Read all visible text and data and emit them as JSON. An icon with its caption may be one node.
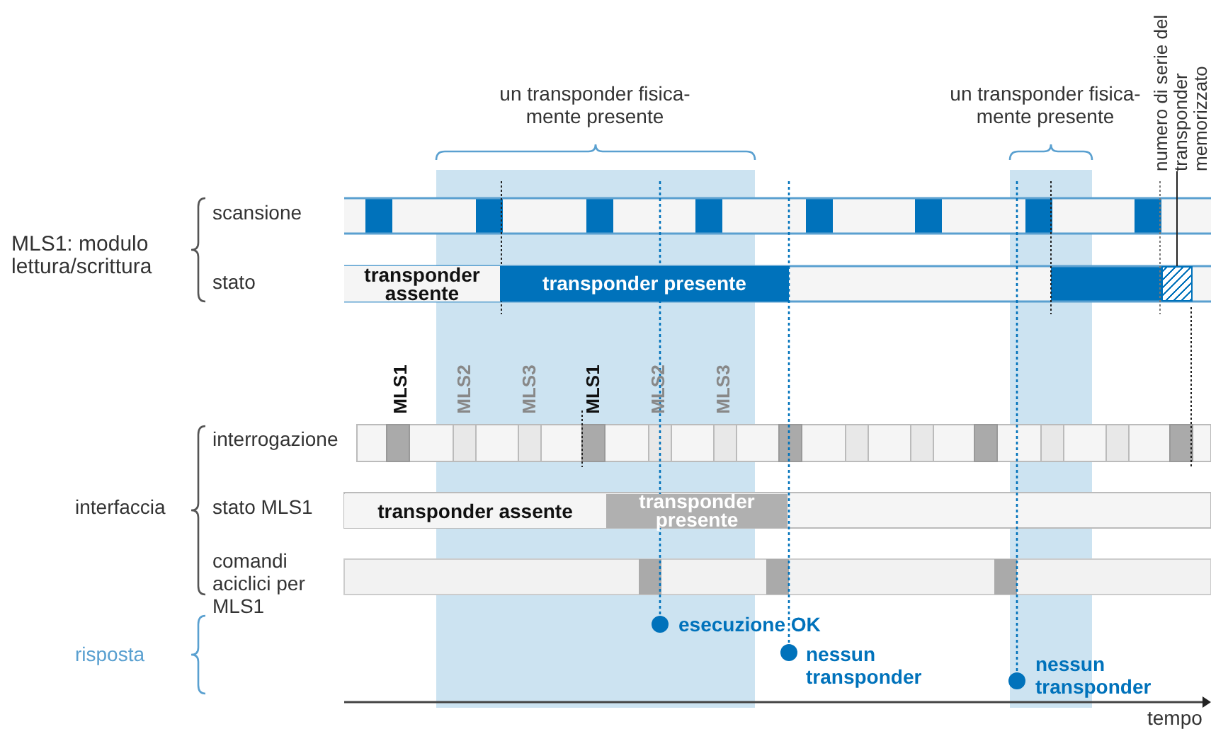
{
  "diagram": {
    "nodes": [
      {
        "text": [
          "transponder assente"
        ]
      },
      {
        "text": [
          "transponder presente"
        ]
      },
      {
        "text": [
          "transponder assente"
        ]
      },
      {
        "text": [
          "transponder presente"
        ]
      },
      {
        "text": [
          "numero di serie del transponder memorizzato"
        ]
      },
      {
        "text": [],
        "shape": "bar"
      }
    ],
    "edges": [
      {
        "from": 4,
        "to": 5,
        "arrow": "none"
      }
    ],
    "labels": [
      "un transponder fisica- mente presente",
      "un transponder fisica- mente presente",
      "MLS1: modulo lettura/scrittura",
      "scansione",
      "stato",
      "MLS1",
      "MLS2",
      "MLS3",
      "MLS1",
      "MLS2",
      "MLS3",
      "interfaccia",
      "interrogazione",
      "stato MLS1",
      "comandi aciclici per MLS1",
      "risposta",
      "esecuzione OK",
      "nessun transponder",
      "nessun transponder",
      "tempo"
    ]
  }
}
